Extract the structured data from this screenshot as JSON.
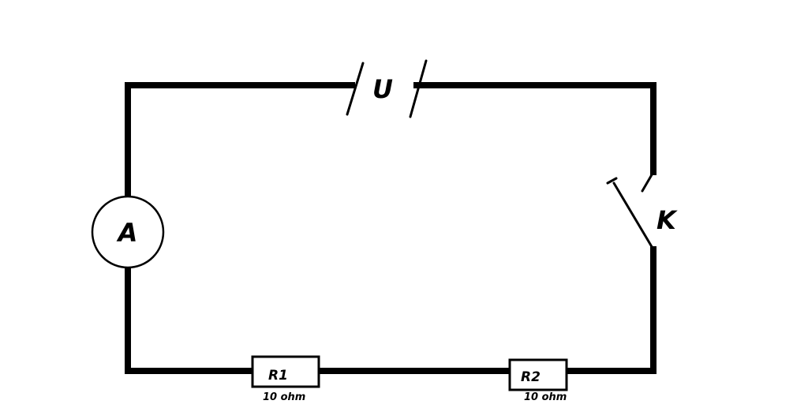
{
  "diagram": {
    "battery": {
      "label": "U"
    },
    "ammeter": {
      "label": "A"
    },
    "switch": {
      "label": "K"
    },
    "resistor1": {
      "label": "R1",
      "value": "10 ohm"
    },
    "resistor2": {
      "label": "R2",
      "value": "10 ohm"
    }
  }
}
